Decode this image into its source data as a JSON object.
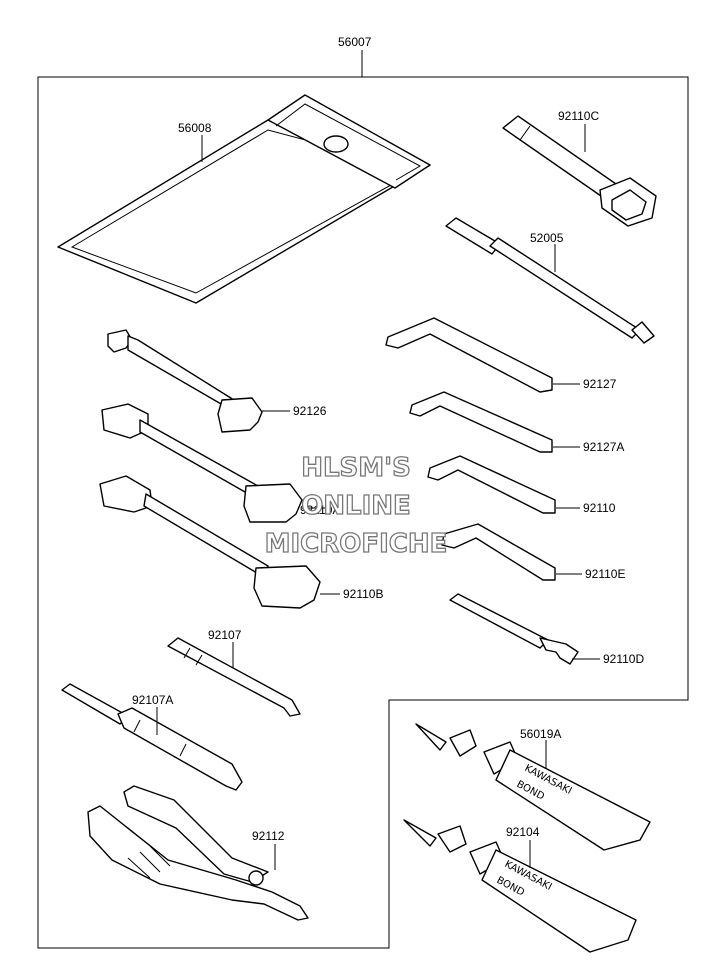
{
  "parts": {
    "kit": "56007",
    "pouch": "56008",
    "box_wrench": "92110C",
    "handle_bar": "52005",
    "hex_key_1": "92127",
    "hex_key_2": "92127A",
    "hex_key_3": "92110",
    "hex_key_4": "92110E",
    "small_wrench": "92110D",
    "wrench_small": "92126",
    "wrench_medium": "92110A",
    "wrench_large": "92110B",
    "screwdriver_bit": "92107",
    "screwdriver": "92107A",
    "pliers": "92112",
    "bond_1": "56019A",
    "bond_2": "92104"
  },
  "tube_print": {
    "brand": "KAWASAKI",
    "product": "BOND"
  },
  "watermark": {
    "line1": "HLSM'S",
    "line2": "ONLINE",
    "line3": "MICROFICHE"
  }
}
